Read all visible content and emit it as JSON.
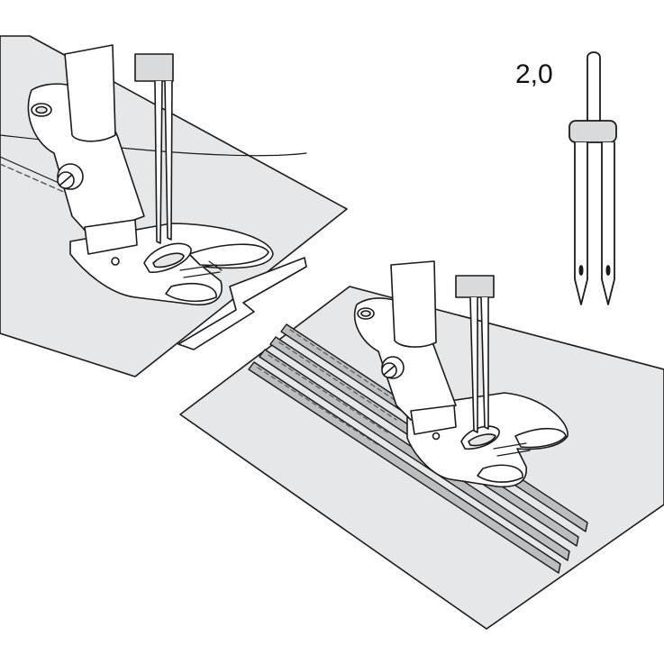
{
  "needle": {
    "size_label": "2,0"
  },
  "colors": {
    "fabric": "#e6e7e8",
    "fabric_shadow": "#d4d5d6",
    "outline": "#1a1a1a",
    "metal": "#ffffff",
    "tuck": "#bcbdbf",
    "needle_clamp": "#d9dadb"
  },
  "figures": [
    {
      "name": "twin-needle-presser-foot-upper"
    },
    {
      "name": "twin-needle-pintucks-lower"
    },
    {
      "name": "twin-needle-icon"
    }
  ]
}
